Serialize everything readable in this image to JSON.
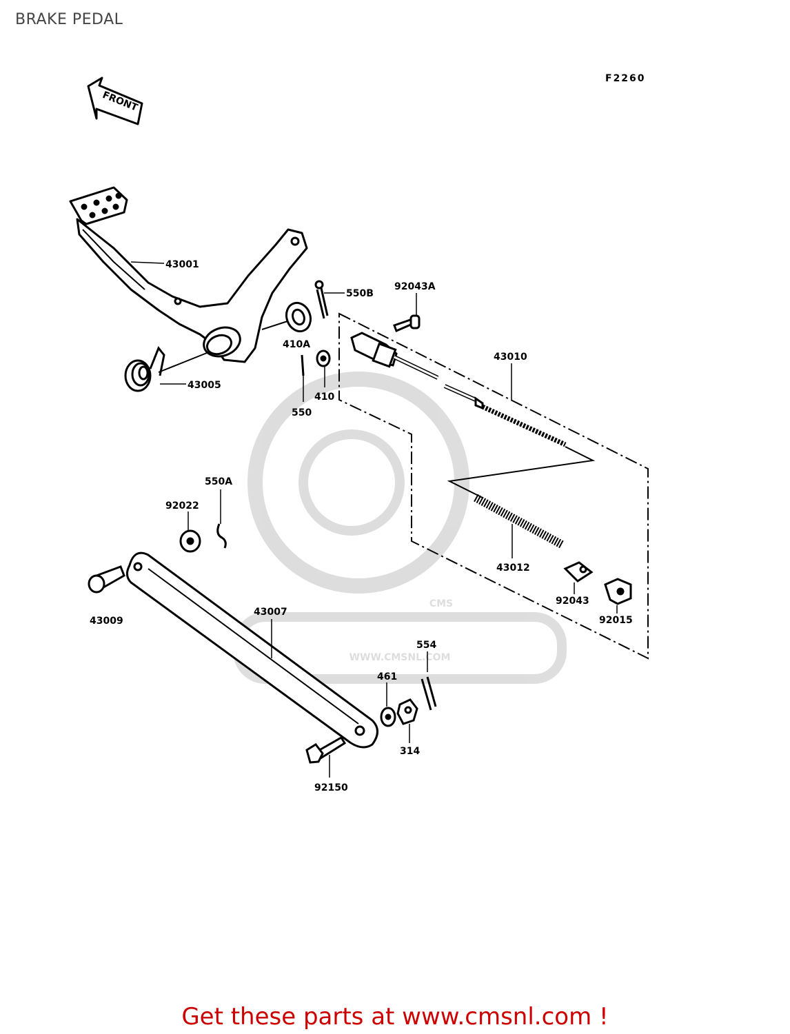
{
  "page_title": "BRAKE PEDAL",
  "figure_code": "F2260",
  "front_arrow_label": "FRONT",
  "watermark": {
    "brand": "CMS",
    "url": "WWW.CMSNL.COM"
  },
  "parts": [
    {
      "id": "p43001",
      "number": "43001"
    },
    {
      "id": "p550B",
      "number": "550B"
    },
    {
      "id": "p92043A",
      "number": "92043A"
    },
    {
      "id": "p43010",
      "number": "43010"
    },
    {
      "id": "p410A",
      "number": "410A"
    },
    {
      "id": "p43005",
      "number": "43005"
    },
    {
      "id": "p410",
      "number": "410"
    },
    {
      "id": "p550",
      "number": "550"
    },
    {
      "id": "p550A",
      "number": "550A"
    },
    {
      "id": "p92022",
      "number": "92022"
    },
    {
      "id": "p43012",
      "number": "43012"
    },
    {
      "id": "p92043",
      "number": "92043"
    },
    {
      "id": "p92015",
      "number": "92015"
    },
    {
      "id": "p43009",
      "number": "43009"
    },
    {
      "id": "p43007",
      "number": "43007"
    },
    {
      "id": "p554",
      "number": "554"
    },
    {
      "id": "p461",
      "number": "461"
    },
    {
      "id": "p314",
      "number": "314"
    },
    {
      "id": "p92150",
      "number": "92150"
    }
  ],
  "footer": {
    "text": "Get these parts at www.cmsnl.com !",
    "color": "#cc0000"
  }
}
